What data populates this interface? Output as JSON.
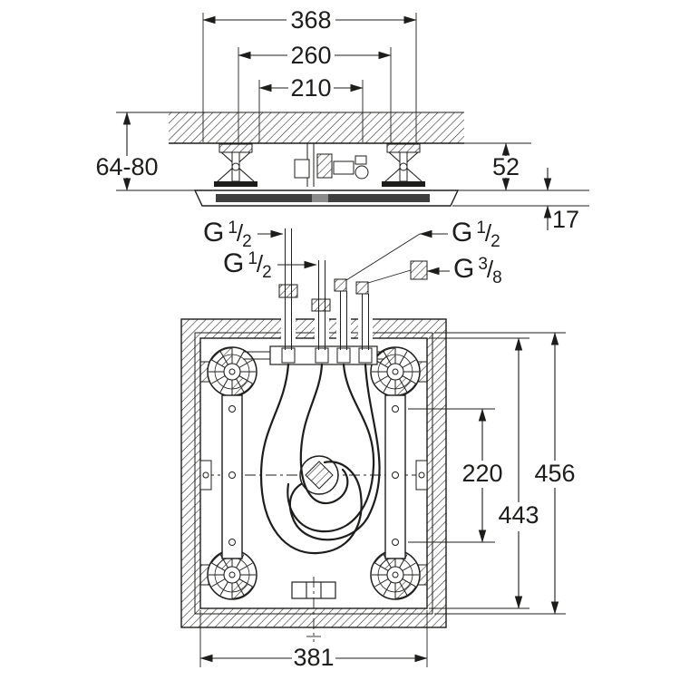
{
  "drawing": {
    "type": "ceiling-shower-installation-dimensional-drawing",
    "colors": {
      "ink": "#1d1d1b",
      "background": "#ffffff",
      "panel_face": "#3f3f3f"
    },
    "dims": {
      "top_width": "368",
      "mid_width": "260",
      "inner_width": "210",
      "install_depth": "64-80",
      "housing_height": "52",
      "panel_thickness": "17",
      "hole_spacing": "220",
      "cutout_height": "443",
      "panel_height": "456",
      "cutout_width": "381"
    },
    "threads": {
      "left_upper": {
        "prefix": "G",
        "numerator": "1",
        "slash": "/",
        "denominator": "2"
      },
      "left_lower": {
        "prefix": "G",
        "numerator": "1",
        "slash": "/",
        "denominator": "2"
      },
      "right_upper": {
        "prefix": "G",
        "numerator": "1",
        "slash": "/",
        "denominator": "2"
      },
      "right_lower": {
        "prefix": "G",
        "numerator": "3",
        "slash": "/",
        "denominator": "8"
      }
    }
  }
}
